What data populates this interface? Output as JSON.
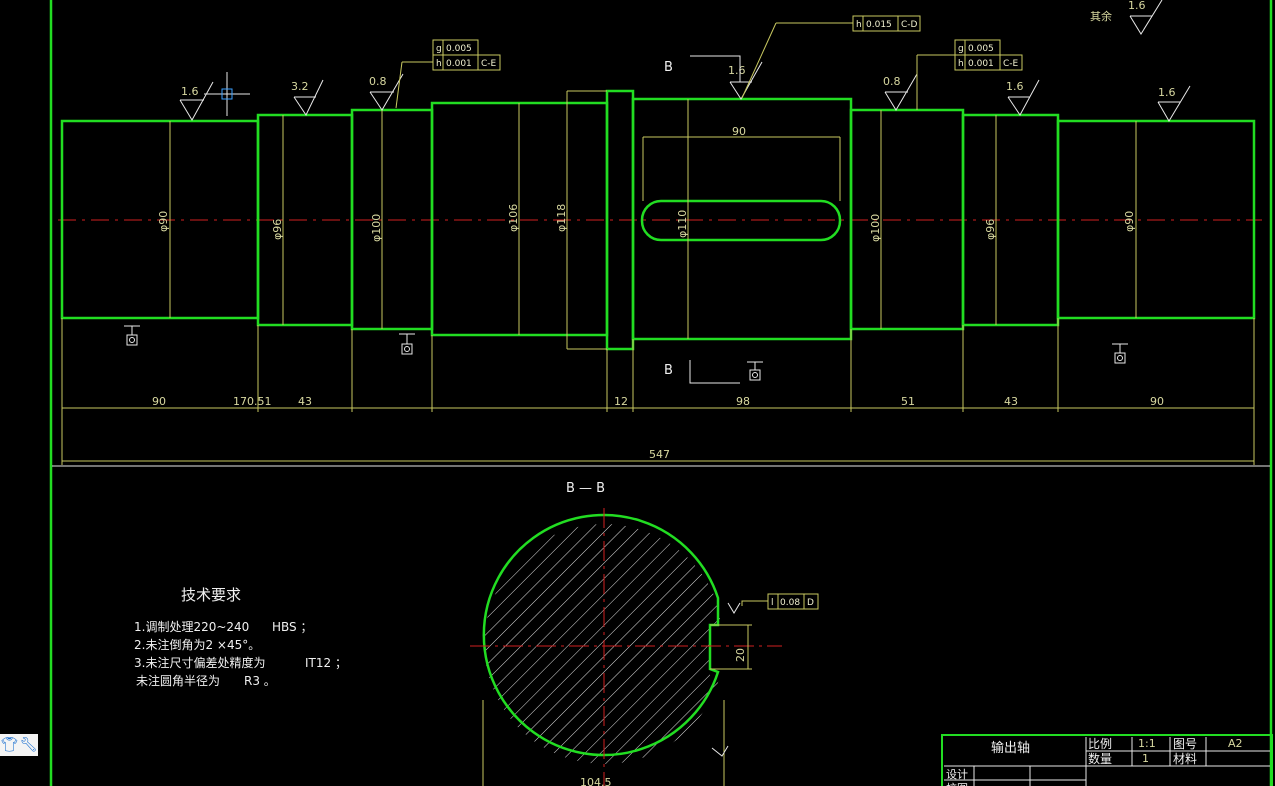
{
  "drawing": {
    "view_label_top": "B",
    "view_label_bottom": "B",
    "section_title": "B — B",
    "corner_note": "其余",
    "corner_roughness": "1.6"
  },
  "roughness": {
    "r1": "1.6",
    "r2": "3.2",
    "r3": "0.8",
    "r4": "1.6",
    "r5": "0.8",
    "r6": "1.6",
    "r7": "1.6"
  },
  "diameters": {
    "d1": "φ90",
    "d2": "φ96",
    "d3": "φ100",
    "d4": "φ106",
    "d5": "φ118",
    "d6": "φ110",
    "d7": "φ100",
    "d8": "φ96",
    "d9": "φ90"
  },
  "tolerance_frames": {
    "left_g": [
      "g",
      "0.005"
    ],
    "left_h": [
      "h",
      "0.001",
      "C-E"
    ],
    "top": [
      "h",
      "0.015",
      "C-D"
    ],
    "right_g": [
      "g",
      "0.005"
    ],
    "right_h": [
      "h",
      "0.001",
      "C-E"
    ],
    "section": [
      "l",
      "0.08",
      "D"
    ]
  },
  "dimensions": {
    "key_length": "90",
    "seg1": "90",
    "seg2": "170.51",
    "seg3": "43",
    "seg4": "12",
    "seg5": "98",
    "seg6": "51",
    "seg7": "43",
    "seg8": "90",
    "overall": "547",
    "key_depth": "20",
    "section_dim": "104.5"
  },
  "tech": {
    "title": "技术要求",
    "line1": "1.调制处理220~240",
    "line1_unit": "HBS ；",
    "line2": "2.未注倒角为2 ×45°。",
    "line3": "3.未注尺寸偏差处精度为",
    "line3_val": "IT12 ；",
    "line4": "未注圆角半径为",
    "line4_val": "R3 。"
  },
  "title_block": {
    "part_name": "输出轴",
    "scale_label": "比例",
    "scale_value": "1:1",
    "drawing_no_label": "图号",
    "drawing_no_value": "A2",
    "qty_label": "数量",
    "qty_value": "1",
    "material_label": "材料",
    "design_label": "设计",
    "check_label": "校图"
  },
  "toolbar_icons": [
    "shirt-icon",
    "wrench-icon"
  ]
}
